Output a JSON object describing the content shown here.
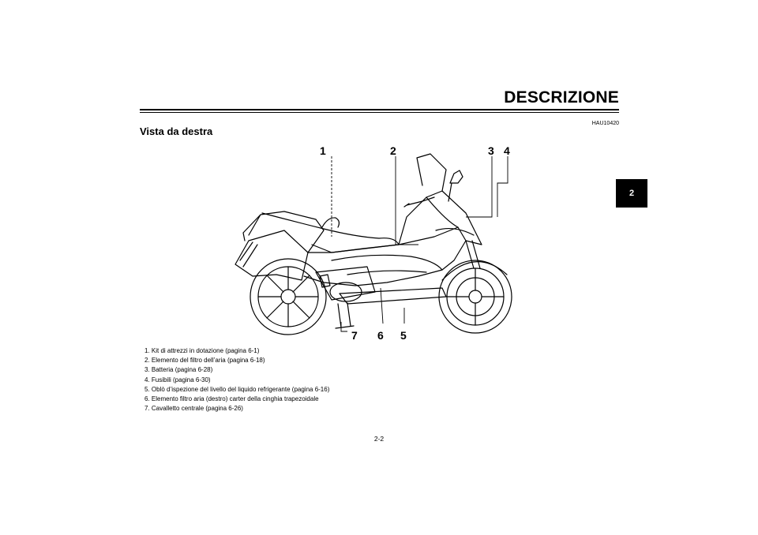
{
  "header": {
    "title": "DESCRIZIONE",
    "code": "HAU10420"
  },
  "section": {
    "heading": "Vista da destra"
  },
  "chapter_tab": "2",
  "callouts": [
    "1",
    "2",
    "3",
    "4",
    "5",
    "6",
    "7"
  ],
  "legend": [
    "1. Kit di attrezzi in dotazione (pagina 6-1)",
    "2. Elemento del filtro dell’aria (pagina 6-18)",
    "3. Batteria (pagina 6-28)",
    "4. Fusibili (pagina 6-30)",
    "5. Oblò d’ispezione del livello del liquido refrigerante (pagina 6-16)",
    "6. Elemento filtro aria (destro) carter della cinghia trapezoidale",
    "7. Cavalletto centrale (pagina 6-26)"
  ],
  "page_number": "2-2"
}
